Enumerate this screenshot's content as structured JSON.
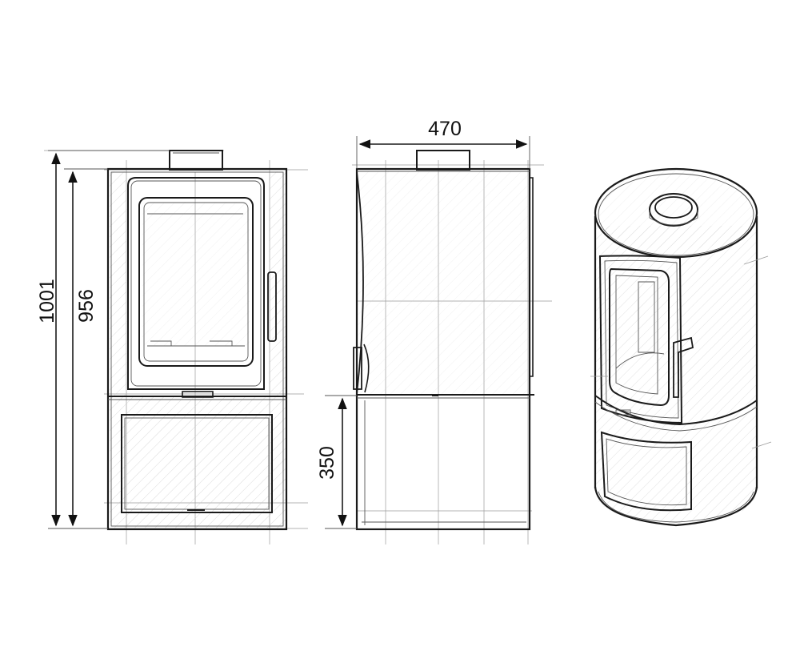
{
  "dimensions": {
    "total_height": "1001",
    "body_height": "956",
    "width": "470",
    "base_height": "350"
  },
  "colors": {
    "line": "#1a1a1a",
    "guide": "#9a9a9a",
    "hatch": "#b9b9b9",
    "background": "#ffffff"
  }
}
